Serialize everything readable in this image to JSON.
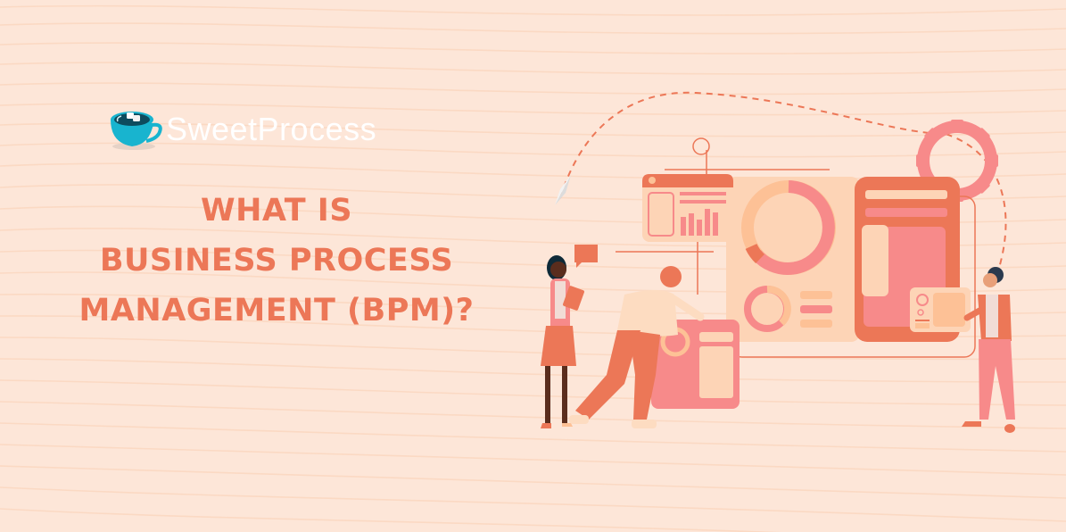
{
  "brand": {
    "name": "SweetProcess",
    "logo_icon": "coffee-cup-icon",
    "text_color": "#ffffff",
    "cup_color": "#1ab3cc"
  },
  "headline": {
    "lines": [
      "WHAT IS",
      "BUSINESS PROCESS",
      "MANAGEMENT (BPM)?"
    ],
    "color": "#ec7757"
  },
  "illustration": {
    "description": "Three people interacting with dashboard panels, gear, donut charts and bar chart",
    "icons": [
      "dashboard-icon",
      "gear-icon",
      "donut-chart-icon",
      "bar-chart-icon",
      "paper-plane-icon",
      "speech-bubble-icon"
    ]
  },
  "colors": {
    "background": "#fde6d8",
    "accent_orange": "#ec7757",
    "accent_pink": "#f78a8a",
    "panel_light": "#fdd4b6",
    "peach": "#fdc196"
  }
}
